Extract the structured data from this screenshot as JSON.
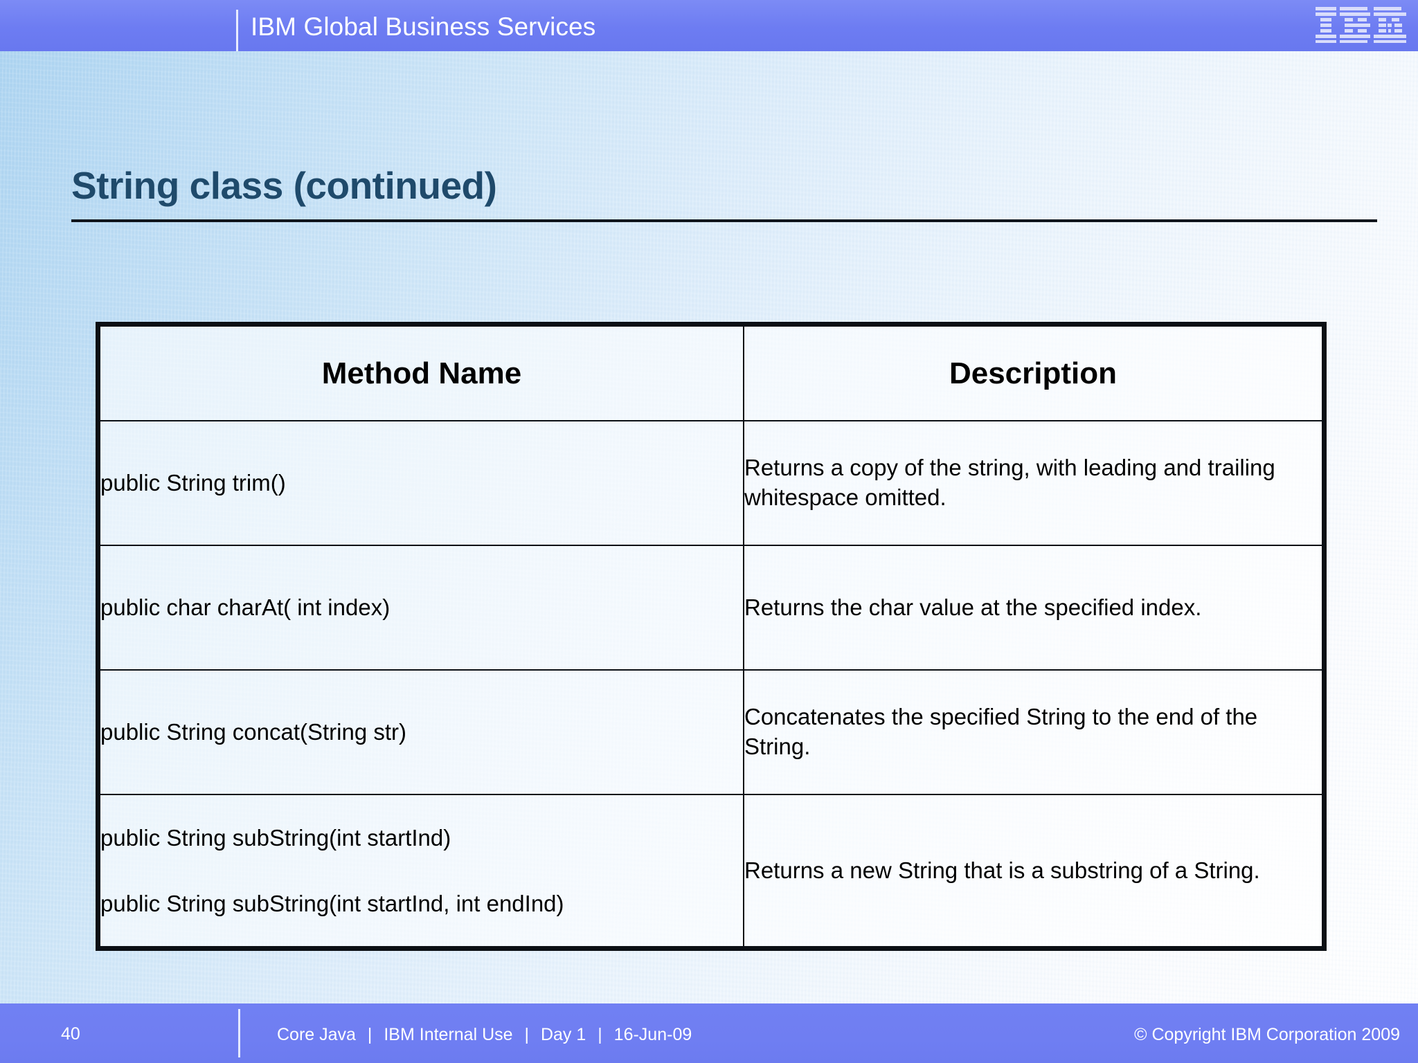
{
  "header": {
    "brand_title": "IBM Global Business Services",
    "logo_alt": "IBM",
    "bar_color": "#6d7cf2",
    "divider_color": "#e8ecff"
  },
  "title": {
    "text": "String class (continued)",
    "color": "#1f4a6b",
    "rule_color": "#10151c"
  },
  "table": {
    "columns": [
      {
        "key": "method",
        "header": "Method Name"
      },
      {
        "key": "description",
        "header": "Description"
      }
    ],
    "rows": [
      {
        "method_lines": [
          "public String trim()"
        ],
        "description": "Returns a copy of the string, with leading and trailing whitespace omitted."
      },
      {
        "method_lines": [
          "public char charAt( int index)"
        ],
        "description": "Returns the char value at the specified index."
      },
      {
        "method_lines": [
          "public String concat(String str)"
        ],
        "description": "Concatenates the specified String to the end of the String."
      },
      {
        "method_lines": [
          "public String subString(int startInd)",
          "public String subString(int startInd, int endInd)"
        ],
        "description": "Returns a new String that is a substring of a String."
      }
    ],
    "border_color": "#0b0f14"
  },
  "footer": {
    "page_number": "40",
    "course": "Core Java",
    "classification": "IBM Internal Use",
    "day": "Day 1",
    "date": "16-Jun-09",
    "separator": "|",
    "copyright": "© Copyright IBM Corporation 2009",
    "bar_color": "#6f7ef2"
  },
  "background": {
    "from": "#a9d2f0",
    "to": "#ffffff"
  }
}
